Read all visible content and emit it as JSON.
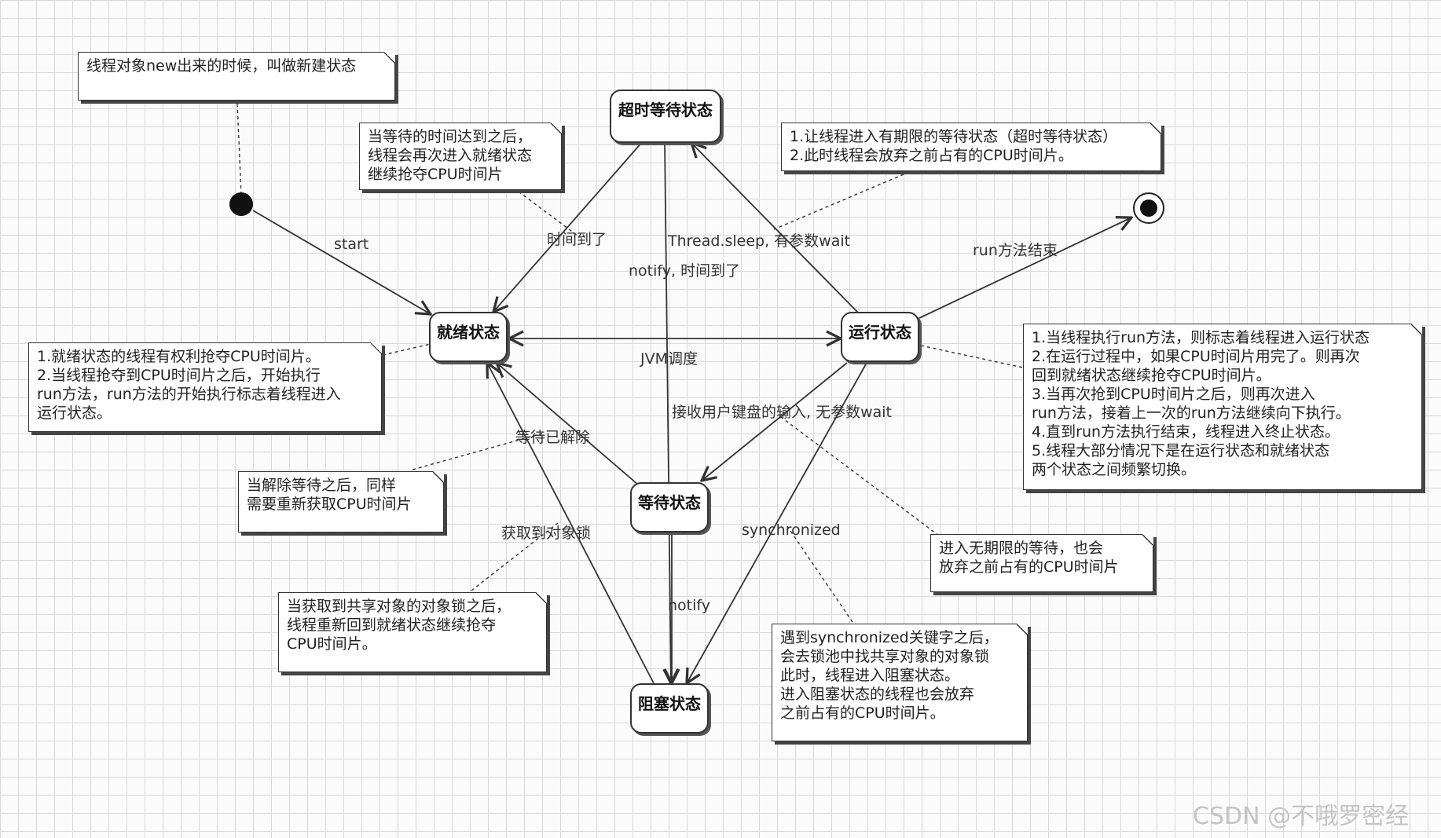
{
  "states": {
    "timed_waiting": "超时等待状态",
    "ready": "就绪状态",
    "running": "运行状态",
    "waiting": "等待状态",
    "blocked": "阻塞状态"
  },
  "transitions": {
    "start": "start",
    "timeout": "时间到了",
    "sleep_wait": "Thread.sleep, 有参数wait",
    "notify_timeout": "notify, 时间到了",
    "run_end": "run方法结束",
    "jvm": "JVM调度",
    "keyboard_wait": "接收用户键盘的输入, 无参数wait",
    "wait_released": "等待已解除",
    "lock_acquired": "获取到对象锁",
    "synchronized": "synchronized",
    "notify": "notify"
  },
  "notes": {
    "new": "线程对象new出来的时候，叫做新建状态",
    "timeout_back": "当等待的时间达到之后，\n线程会再次进入就绪状态\n继续抢夺CPU时间片",
    "timed_wait_enter": "1.让线程进入有期限的等待状态（超时等待状态）\n2.此时线程会放弃之前占有的CPU时间片。",
    "ready_desc": "1.就绪状态的线程有权利抢夺CPU时间片。\n2.当线程抢夺到CPU时间片之后，开始执行\nrun方法，run方法的开始执行标志着线程进入\n运行状态。",
    "running_desc": "1.当线程执行run方法，则标志着线程进入运行状态\n2.在运行过程中，如果CPU时间片用完了。则再次\n回到就绪状态继续抢夺CPU时间片。\n3.当再次抢到CPU时间片之后，则再次进入\nrun方法，接着上一次的run方法继续向下执行。\n4.直到run方法执行结束，线程进入终止状态。\n5.线程大部分情况下是在运行状态和就绪状态\n两个状态之间频繁切换。",
    "wait_released": "当解除等待之后，同样\n需要重新获取CPU时间片",
    "indefinite_wait": "进入无期限的等待，也会\n放弃之前占有的CPU时间片",
    "lock_acquired": "当获取到共享对象的对象锁之后，\n线程重新回到就绪状态继续抢夺\nCPU时间片。",
    "synchronized": "遇到synchronized关键字之后，\n会去锁池中找共享对象的对象锁\n此时，线程进入阻塞状态。\n进入阻塞状态的线程也会放弃\n之前占有的CPU时间片。"
  },
  "watermark": "CSDN @不哦罗密经",
  "colors": {
    "line": "#333333",
    "grid": "#d9d9d9",
    "background": "#fbfbfb"
  }
}
